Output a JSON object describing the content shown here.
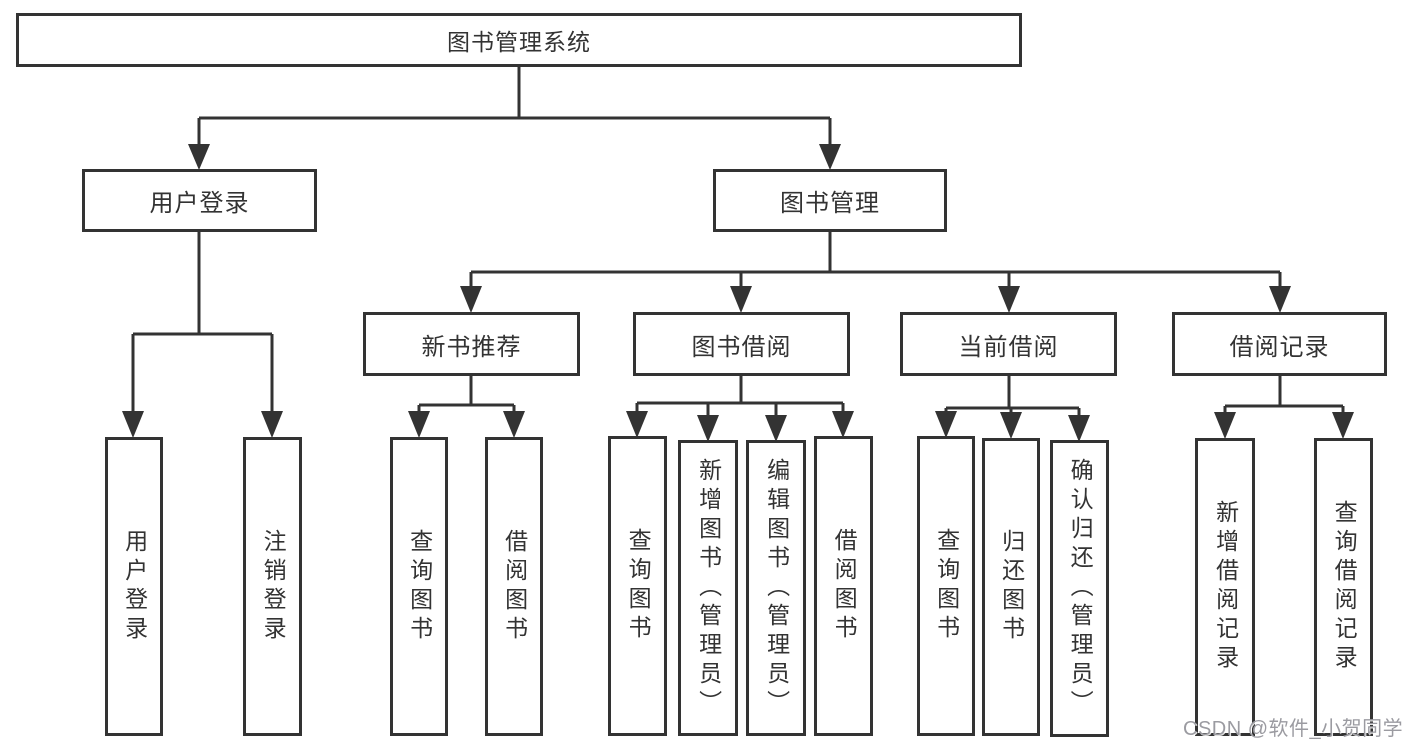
{
  "diagram": {
    "root": {
      "label": "图书管理系统"
    },
    "level1": [
      {
        "label": "用户登录"
      },
      {
        "label": "图书管理"
      }
    ],
    "level2": [
      {
        "label": "新书推荐",
        "parent": "图书管理"
      },
      {
        "label": "图书借阅",
        "parent": "图书管理"
      },
      {
        "label": "当前借阅",
        "parent": "图书管理"
      },
      {
        "label": "借阅记录",
        "parent": "图书管理"
      }
    ],
    "leaves": [
      {
        "label": "用户登录",
        "parent": "用户登录"
      },
      {
        "label": "注销登录",
        "parent": "用户登录"
      },
      {
        "label": "查询图书",
        "parent": "新书推荐"
      },
      {
        "label": "借阅图书",
        "parent": "新书推荐"
      },
      {
        "label": "查询图书",
        "parent": "图书借阅"
      },
      {
        "label": "新增图书（管理员）",
        "parent": "图书借阅"
      },
      {
        "label": "编辑图书（管理员）",
        "parent": "图书借阅"
      },
      {
        "label": "借阅图书",
        "parent": "图书借阅"
      },
      {
        "label": "查询图书",
        "parent": "当前借阅"
      },
      {
        "label": "归还图书",
        "parent": "当前借阅"
      },
      {
        "label": "确认归还（管理员）",
        "parent": "当前借阅"
      },
      {
        "label": "新增借阅记录",
        "parent": "借阅记录"
      },
      {
        "label": "查询借阅记录",
        "parent": "借阅记录"
      }
    ]
  },
  "watermark": {
    "text": "CSDN @软件_小贺同学"
  },
  "colors": {
    "line": "#333333",
    "box_border": "#333333",
    "text": "#333333",
    "watermark": "#9b9ba1",
    "background": "#ffffff"
  }
}
